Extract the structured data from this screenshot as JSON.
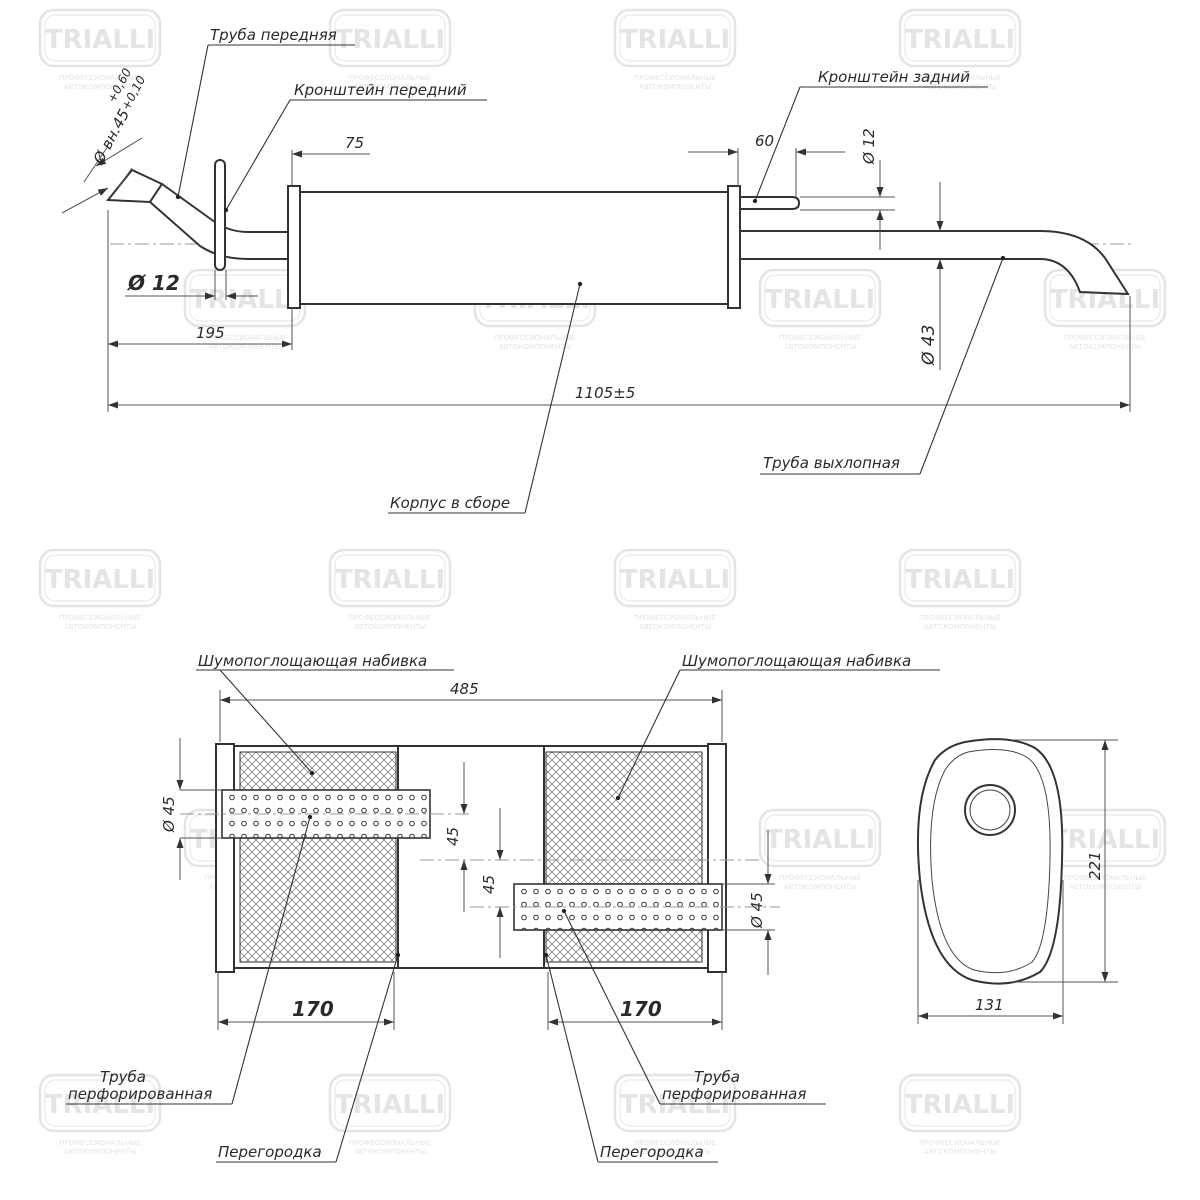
{
  "watermark": {
    "brand": "TRIALLI",
    "tagline_1": "ПРОФЕССИОНАЛЬНЫЕ",
    "tagline_2": "АВТОКОМПОНЕНТЫ"
  },
  "top_view": {
    "labels": {
      "front_pipe": "Труба передняя",
      "front_bracket": "Кронштейн передний",
      "rear_bracket": "Кронштейн задний",
      "body_assembly": "Корпус в сборе",
      "exhaust_pipe": "Труба выхлопная"
    },
    "dims": {
      "inlet_diameter": "Ø вн.45",
      "tol_plus": "+0,60",
      "tol_minus": "+0,10",
      "bracket_diameter": "Ø 12",
      "rear_pin_diameter": "Ø 12",
      "exhaust_diameter": "Ø 43",
      "front_offset": "75",
      "rear_offset": "60",
      "inlet_length": "195",
      "total_length": "1105±5"
    }
  },
  "section_view": {
    "labels": {
      "packing_left": "Шумопоглощающая набивка",
      "packing_right": "Шумопоглощающая набивка",
      "perf_pipe_left_1": "Труба",
      "perf_pipe_left_2": "перфорированная",
      "perf_pipe_right_1": "Труба",
      "perf_pipe_right_2": "перфорированная",
      "baffle_left": "Перегородка",
      "baffle_right": "Перегородка"
    },
    "dims": {
      "body_length": "485",
      "chamber_left": "170",
      "chamber_right": "170",
      "pipe_left_diameter": "Ø 45",
      "pipe_right_diameter": "Ø 45",
      "offset_1": "45",
      "offset_2": "45"
    }
  },
  "end_view": {
    "dims": {
      "height": "221",
      "width": "131"
    }
  }
}
